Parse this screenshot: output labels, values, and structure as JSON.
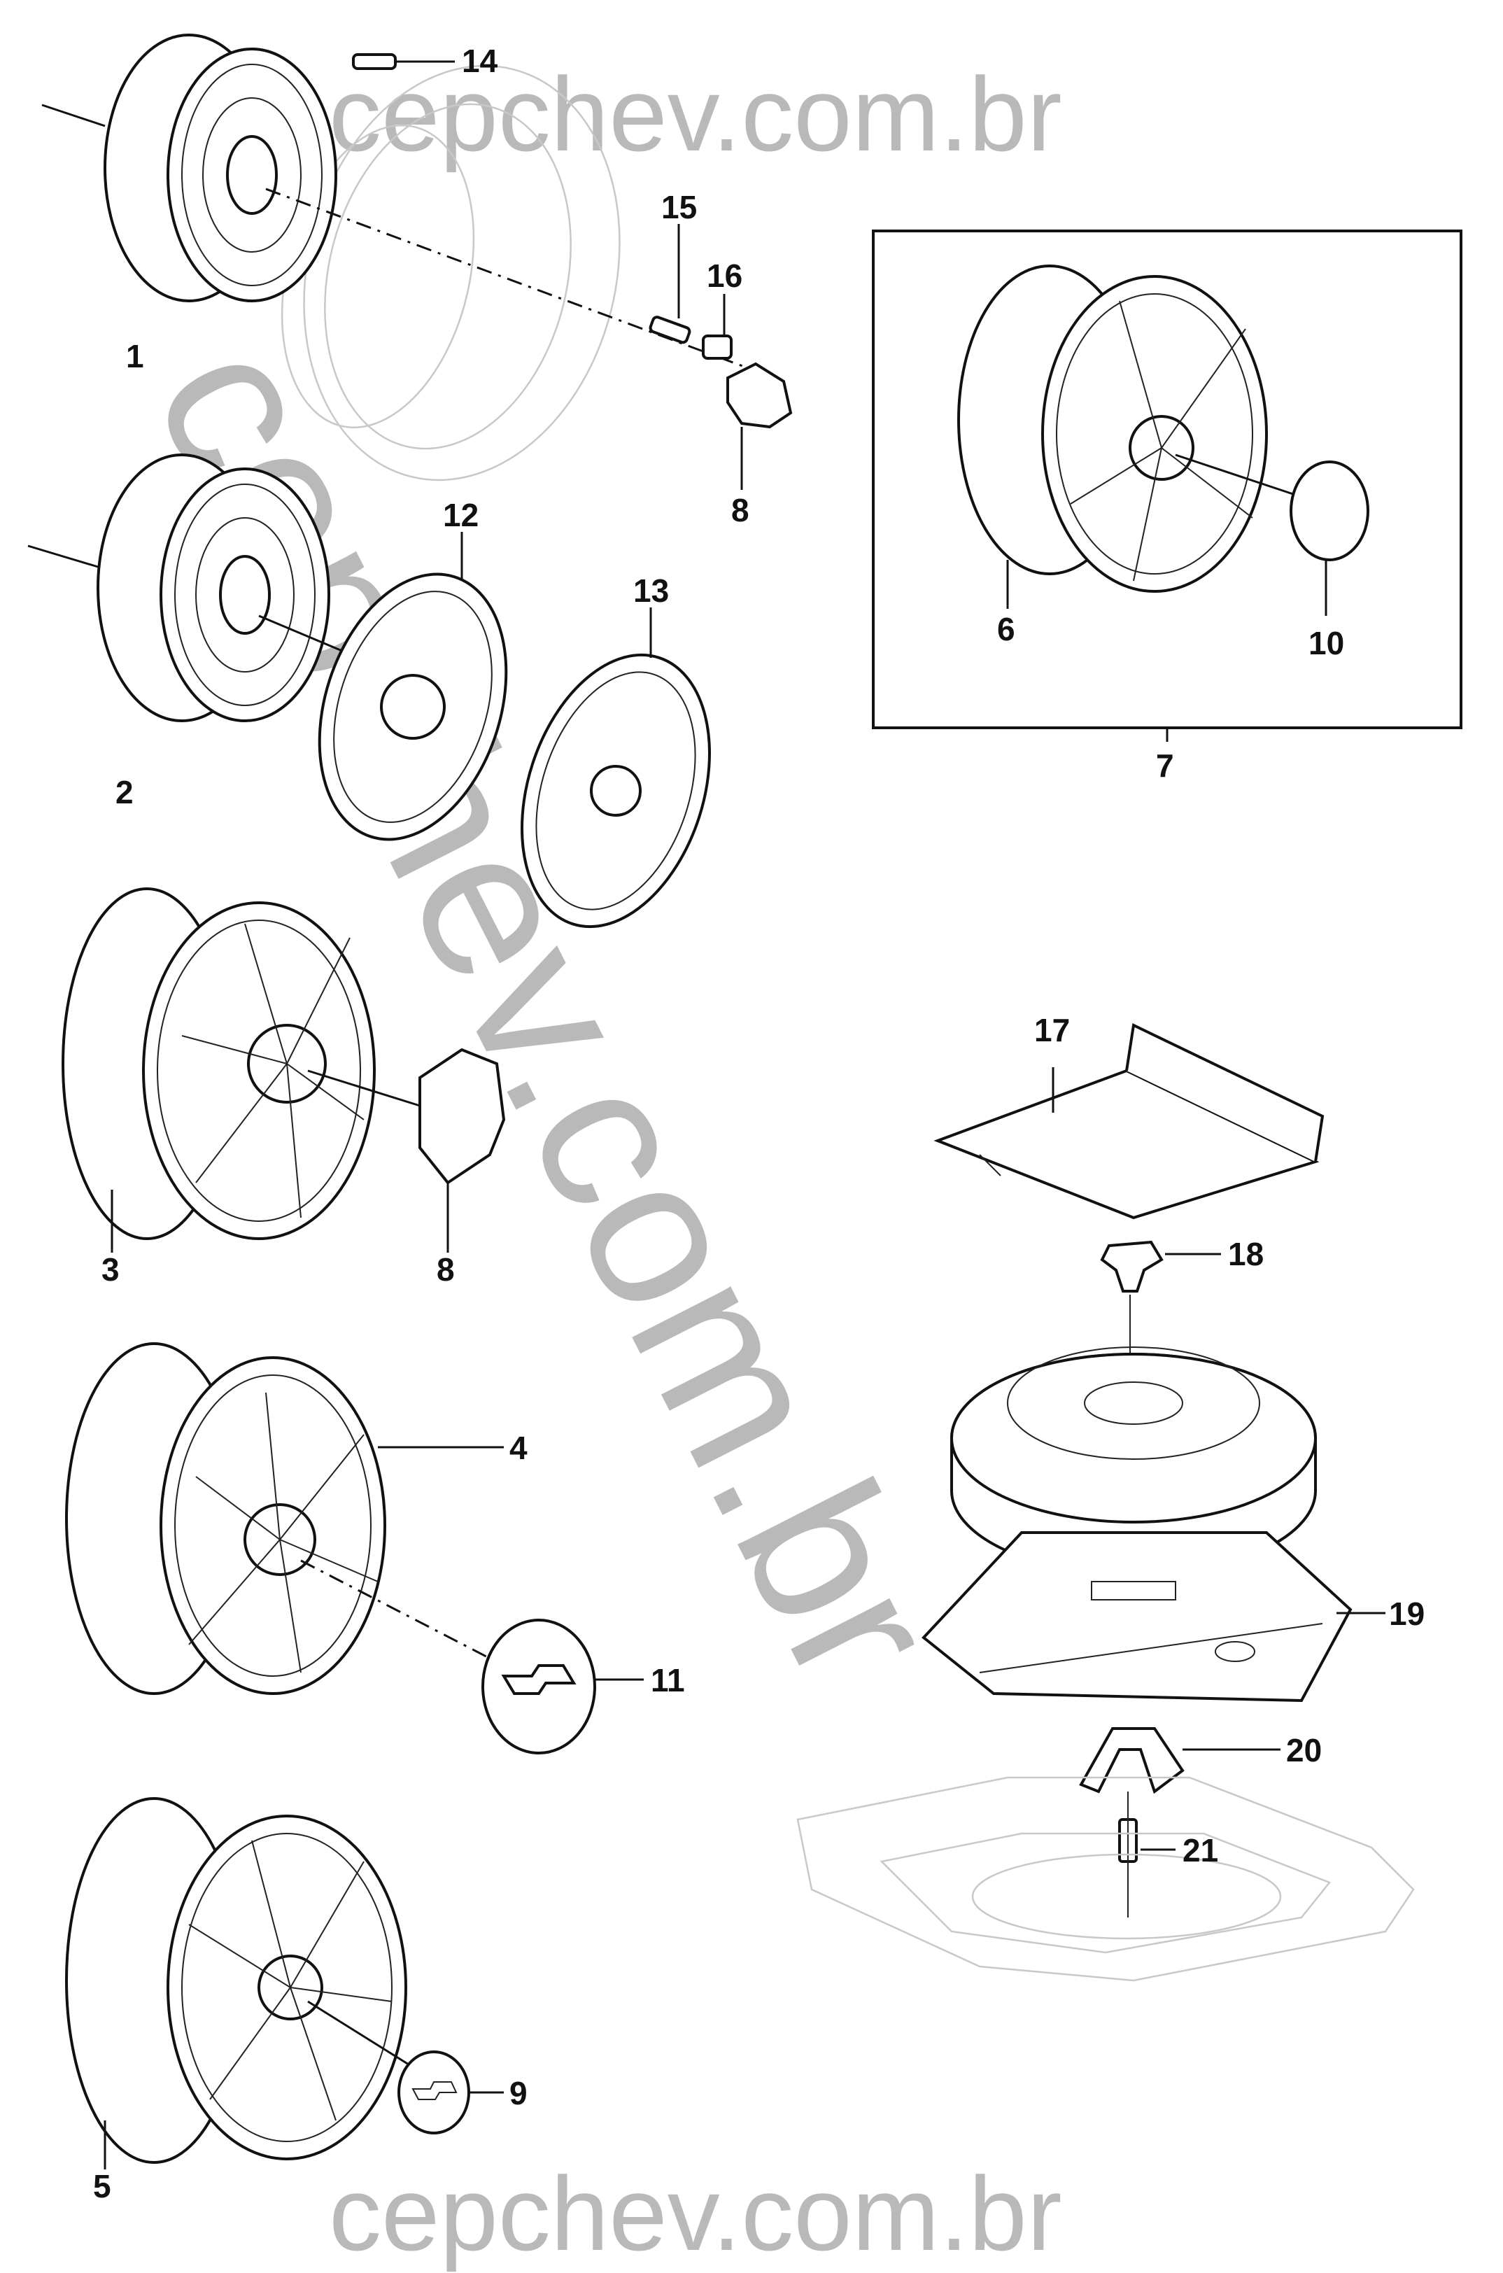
{
  "watermarks": {
    "top": "cepchev.com.br",
    "diagonal": "cepchev.com.br",
    "bottom": "cepchev.com.br"
  },
  "callouts": {
    "c1": "1",
    "c2": "2",
    "c3": "3",
    "c4": "4",
    "c5": "5",
    "c6": "6",
    "c7": "7",
    "c8a": "8",
    "c8b": "8",
    "c9": "9",
    "c10": "10",
    "c11": "11",
    "c12": "12",
    "c13": "13",
    "c14": "14",
    "c15": "15",
    "c16": "16",
    "c17": "17",
    "c18": "18",
    "c19": "19",
    "c20": "20",
    "c21": "21"
  }
}
